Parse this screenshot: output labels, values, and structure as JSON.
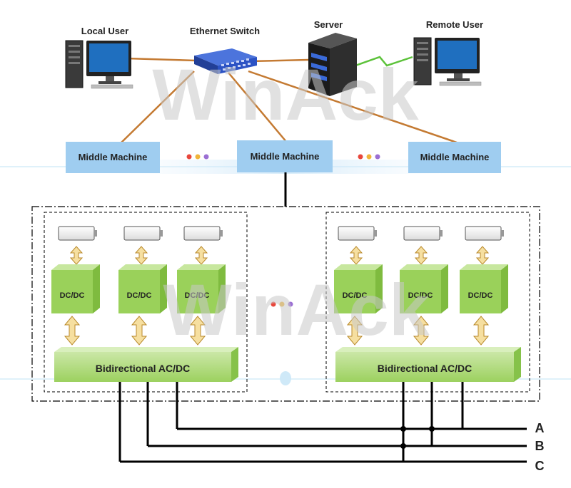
{
  "nodes": {
    "local_user": "Local User",
    "ethernet_switch": "Ethernet Switch",
    "server": "Server",
    "remote_user": "Remote User"
  },
  "middle_machines": [
    "Middle Machine",
    "Middle Machine",
    "Middle Machine"
  ],
  "racks": [
    {
      "converter_label": "DC/DC",
      "converters": [
        "DC/DC",
        "DC/DC",
        "DC/DC"
      ],
      "inverter": "Bidirectional AC/DC"
    },
    {
      "converter_label": "DC/DC",
      "converters": [
        "DC/DC",
        "DC/DC",
        "DC/DC"
      ],
      "inverter": "Bidirectional AC/DC"
    }
  ],
  "phases": [
    "A",
    "B",
    "C"
  ],
  "watermark": "WinAck",
  "colors": {
    "middle_fill": "#9fcdf0",
    "converter_front": "#9ad15a",
    "converter_top": "#c7e79e",
    "converter_side": "#7fbb3f",
    "arrow_fill": "#f6dfa0",
    "arrow_stroke": "#b98a2c",
    "link_orange": "#c47a32",
    "link_green": "#5cc23a",
    "switch_blue": "#2c53c4",
    "watermark": "#c9c9c9"
  },
  "icons": [
    "desktop-computer-icon",
    "network-switch-icon",
    "server-tower-icon",
    "battery-icon",
    "double-arrow-icon",
    "ellipsis-dots-icon"
  ]
}
